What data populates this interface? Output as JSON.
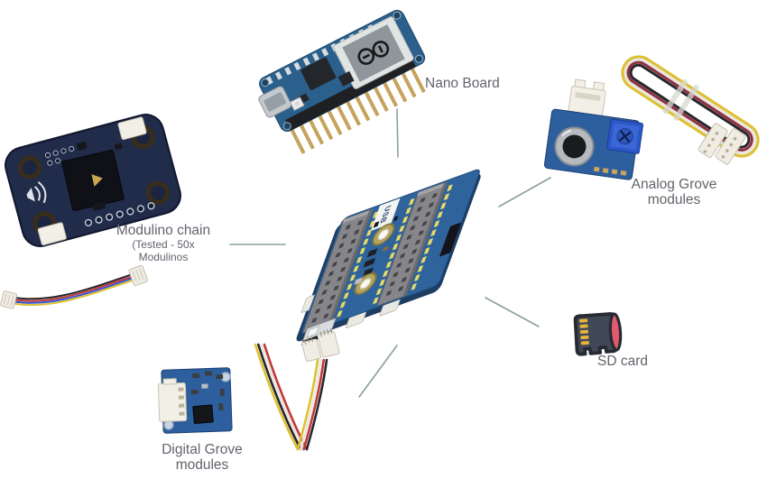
{
  "diagram": {
    "background": "#ffffff",
    "connector_color": "#8aa09e",
    "label_color": "#63636d",
    "nodes": {
      "nano_board": {
        "label": "Nano Board"
      },
      "modulino_chain": {
        "label_line1": "Modulino chain",
        "label_line2": "(Tested - 50x",
        "label_line3": "Modulinos"
      },
      "analog_grove": {
        "label_line1": "Analog Grove",
        "label_line2": "modules"
      },
      "sd_card": {
        "label": "SD card"
      },
      "digital_grove": {
        "label_line1": "Digital Grove",
        "label_line2": "modules"
      },
      "carrier_board": {
        "usb_label": "USB"
      }
    },
    "component_colors": {
      "pcb_blue": "#2d5f9e",
      "carrier_blue": "#2e639c",
      "nano_blue": "#2b608c",
      "modulino_navy": "#212b4a",
      "header_gray": "#85858a",
      "pin_gold": "#c9a45a",
      "connector_white": "#f2efe6",
      "cable_yellow": "#ddc032",
      "cable_red": "#c23737",
      "cable_black": "#26262b",
      "cable_white": "#e9e7e1",
      "cable_blue": "#3355cc",
      "mic_silver": "#b6babf",
      "pot_blue": "#2b57c8",
      "sd_body": "#414855",
      "sd_outline": "#252a33",
      "sd_stripe": "#e25a6e",
      "sd_contacts": "#e8b33c"
    }
  }
}
